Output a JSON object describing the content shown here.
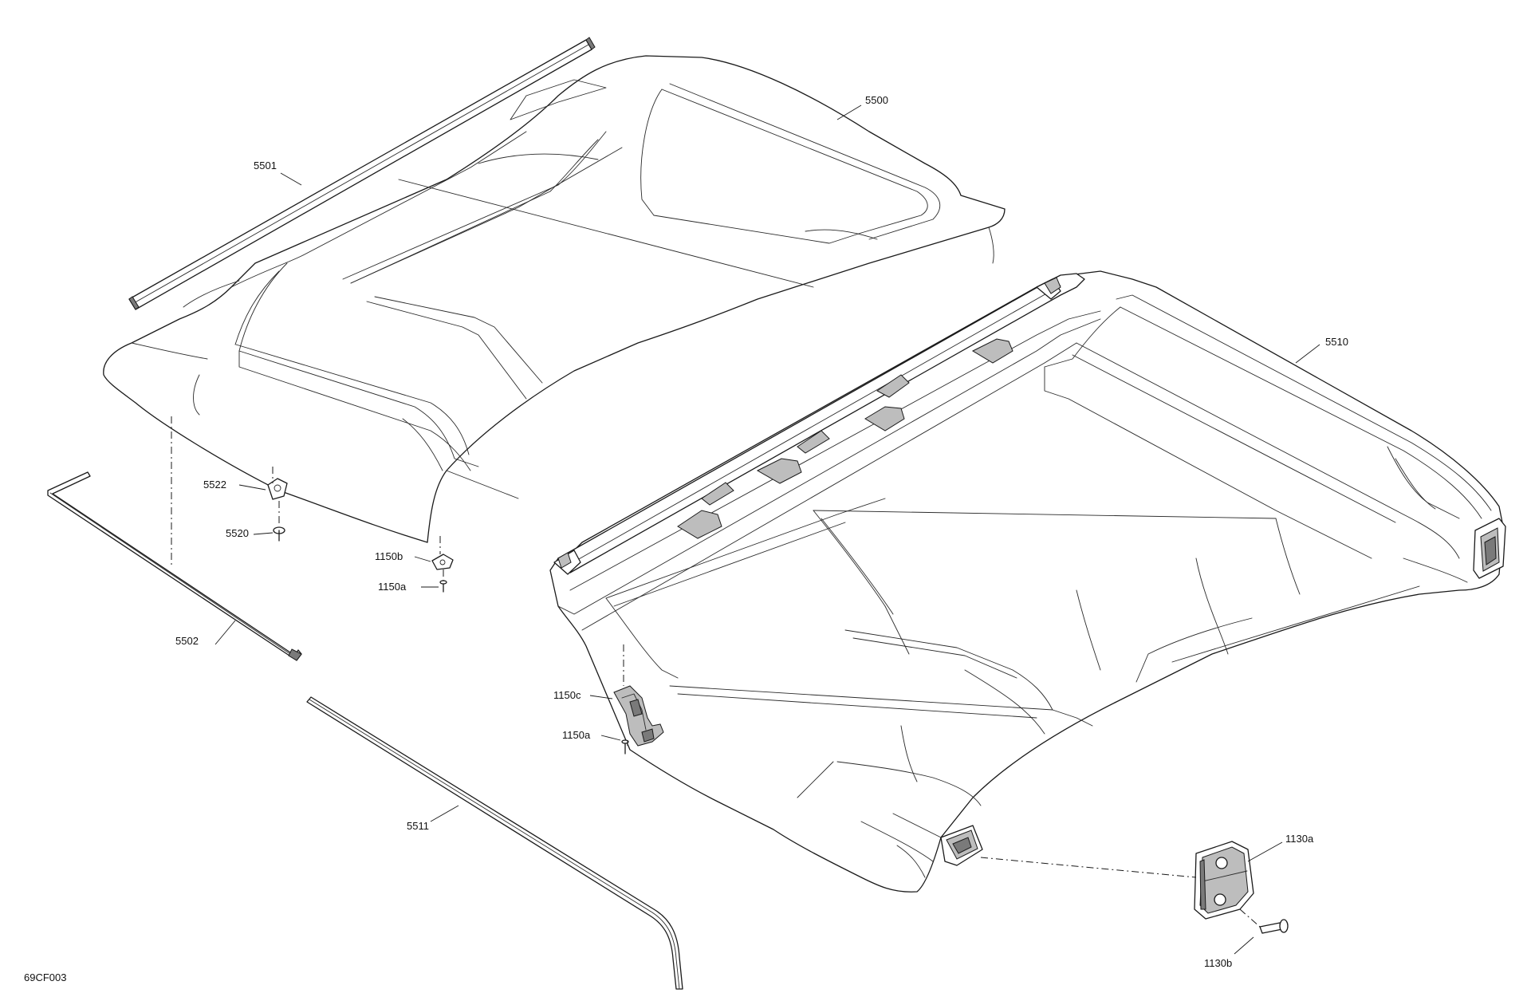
{
  "labels": {
    "p5500": "5500",
    "p5501": "5501",
    "p5502": "5502",
    "p5510": "5510",
    "p5511": "5511",
    "p5520": "5520",
    "p5522": "5522",
    "p1150a_left": "1150a",
    "p1150b": "1150b",
    "p1150c": "1150c",
    "p1150a_right": "1150a",
    "p1130a": "1130a",
    "p1130b": "1130b",
    "figure_code": "69CF003"
  }
}
